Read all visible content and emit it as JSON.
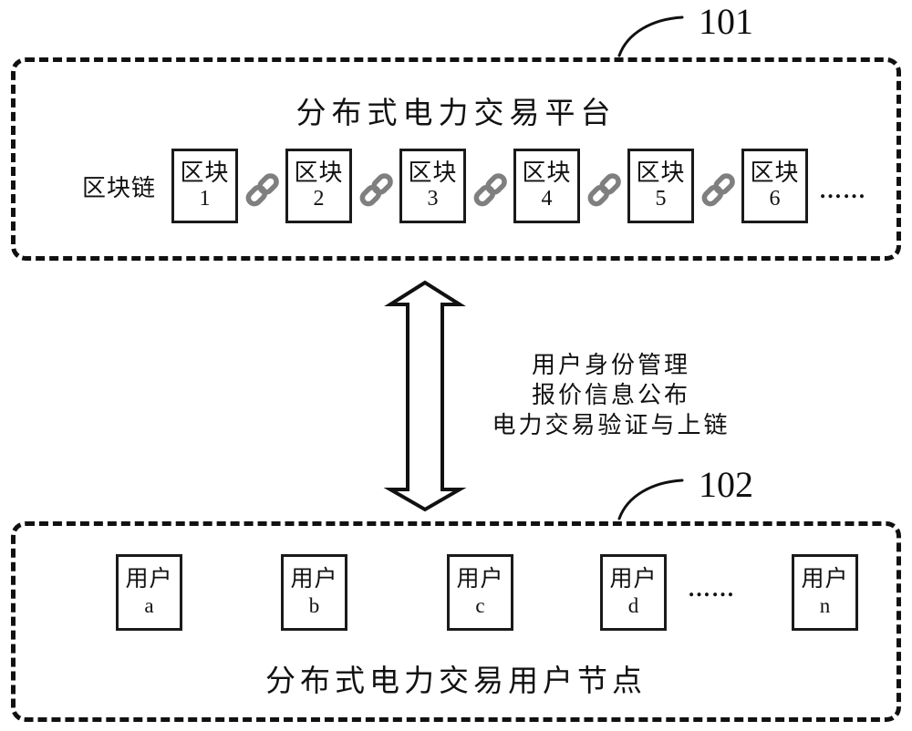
{
  "platform": {
    "ref": "101",
    "title": "分布式电力交易平台",
    "chain_label": "区块链",
    "blocks": [
      {
        "line1": "区块",
        "line2": "1"
      },
      {
        "line1": "区块",
        "line2": "2"
      },
      {
        "line1": "区块",
        "line2": "3"
      },
      {
        "line1": "区块",
        "line2": "4"
      },
      {
        "line1": "区块",
        "line2": "5"
      },
      {
        "line1": "区块",
        "line2": "6"
      }
    ],
    "ellipsis": "……"
  },
  "link": {
    "line1": "用户身份管理",
    "line2": "报价信息公布",
    "line3": "电力交易验证与上链"
  },
  "nodes": {
    "ref": "102",
    "title": "分布式电力交易用户节点",
    "users": [
      {
        "line1": "用户",
        "line2": "a"
      },
      {
        "line1": "用户",
        "line2": "b"
      },
      {
        "line1": "用户",
        "line2": "c"
      },
      {
        "line1": "用户",
        "line2": "d"
      },
      {
        "line1": "用户",
        "line2": "n"
      }
    ],
    "ellipsis": "……"
  },
  "colors": {
    "line": "#111111",
    "chain_icon": "#7f7f7f",
    "background": "#ffffff"
  }
}
